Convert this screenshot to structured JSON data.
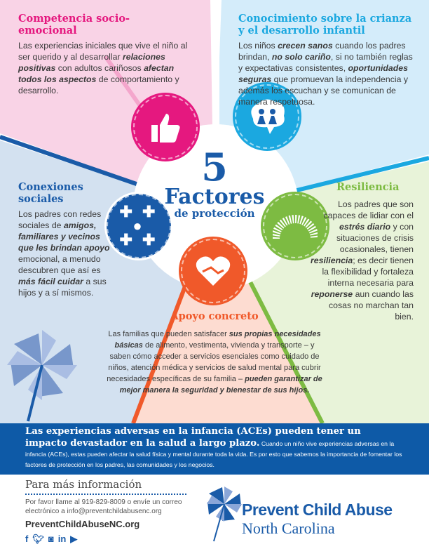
{
  "colors": {
    "pink": "#e5187f",
    "cyan": "#1ba8e0",
    "blue": "#1a5ba8",
    "green": "#7dbb42",
    "orange": "#f0592a"
  },
  "title": {
    "number": "5",
    "word": "Factores",
    "sub": "de protección"
  },
  "sections": {
    "socio": {
      "heading": "Competencia socio-emocional",
      "icon": "thumbs-up-icon",
      "text": [
        [
          "Las experiencias iniciales que vive el niño al ser querido y al desarrollar ",
          0
        ],
        [
          "relaciones positivas",
          1
        ],
        [
          " con adultos cariñosos ",
          0
        ],
        [
          "afectan todos los aspectos",
          1
        ],
        [
          " de comportamiento y desarrollo.",
          0
        ]
      ]
    },
    "crianza": {
      "heading": "Conocimiento sobre la crianza y el desarrollo infantil",
      "icon": "parent-child-thought-icon",
      "text": [
        [
          "Los niños ",
          0
        ],
        [
          "crecen sanos",
          1
        ],
        [
          " cuando los padres brindan, ",
          0
        ],
        [
          "no solo cariño",
          1
        ],
        [
          ", si no también reglas y expectativas consistentes, ",
          0
        ],
        [
          "oportunidades seguras",
          1
        ],
        [
          " que promuevan la independencia y además los escuchan y se comunican de manera respetuosa.",
          0
        ]
      ]
    },
    "conexiones": {
      "heading": "Conexiones sociales",
      "icon": "social-network-icon",
      "text": [
        [
          "Los padres con redes sociales de ",
          0
        ],
        [
          "amigos, familiares y vecinos que les brindan apoyo",
          1
        ],
        [
          " emocional, a menudo descubren que así es ",
          0
        ],
        [
          "más fácil cuidar",
          1
        ],
        [
          " a sus hijos y a sí mismos.",
          0
        ]
      ]
    },
    "resiliencia": {
      "heading": "Resiliencia",
      "icon": "spring-icon",
      "text": [
        [
          "Los padres que son capaces de lidiar con el ",
          0
        ],
        [
          "estrés diario",
          1
        ],
        [
          " y con situaciones de crisis ocasionales, tienen ",
          0
        ],
        [
          "resiliencia",
          1
        ],
        [
          "; es decir tienen la flexibilidad y fortaleza interna necesaria para ",
          0
        ],
        [
          "reponerse",
          1
        ],
        [
          " aun cuando las cosas no marchan tan bien.",
          0
        ]
      ]
    },
    "apoyo": {
      "heading": "Apoyo concreto",
      "icon": "heart-handshake-icon",
      "text": [
        [
          "Las familias que pueden satisfacer ",
          0
        ],
        [
          "sus propias necesidades básicas",
          1
        ],
        [
          " de alimento, vestimenta, vivienda y transporte – y saben cómo acceder a servicios esenciales como cuidado de niños, atención médica y servicios de salud mental para cubrir necesidades específicas de su familia – ",
          0
        ],
        [
          "pueden garantizar de mejor manera la seguridad y bienestar de sus hijos.",
          1
        ]
      ]
    }
  },
  "banner": {
    "headline": "Las experiencias adversas en la infancia (ACEs) pueden tener un impacto devastador en la salud a largo plazo.",
    "body": " Cuando un niño vive experiencias adversas en la infancia (ACEs), estas pueden afectar la salud física y mental durante toda la vida.  Es por esto que sabemos la importancia de fomentar los factores de protección en los padres, las comunidades y los negocios."
  },
  "footer": {
    "heading": "Para más información",
    "contact": "Por favor llame al 919-829-8009 o envíe un correo electrónico a info@preventchildabusenc.org",
    "url": "PreventChildAbuseNC.org",
    "social": [
      "facebook-icon",
      "twitter-icon",
      "instagram-icon",
      "linkedin-icon",
      "youtube-icon"
    ]
  },
  "logo": {
    "line1": "Prevent Child Abuse",
    "line2": "North Carolina"
  }
}
